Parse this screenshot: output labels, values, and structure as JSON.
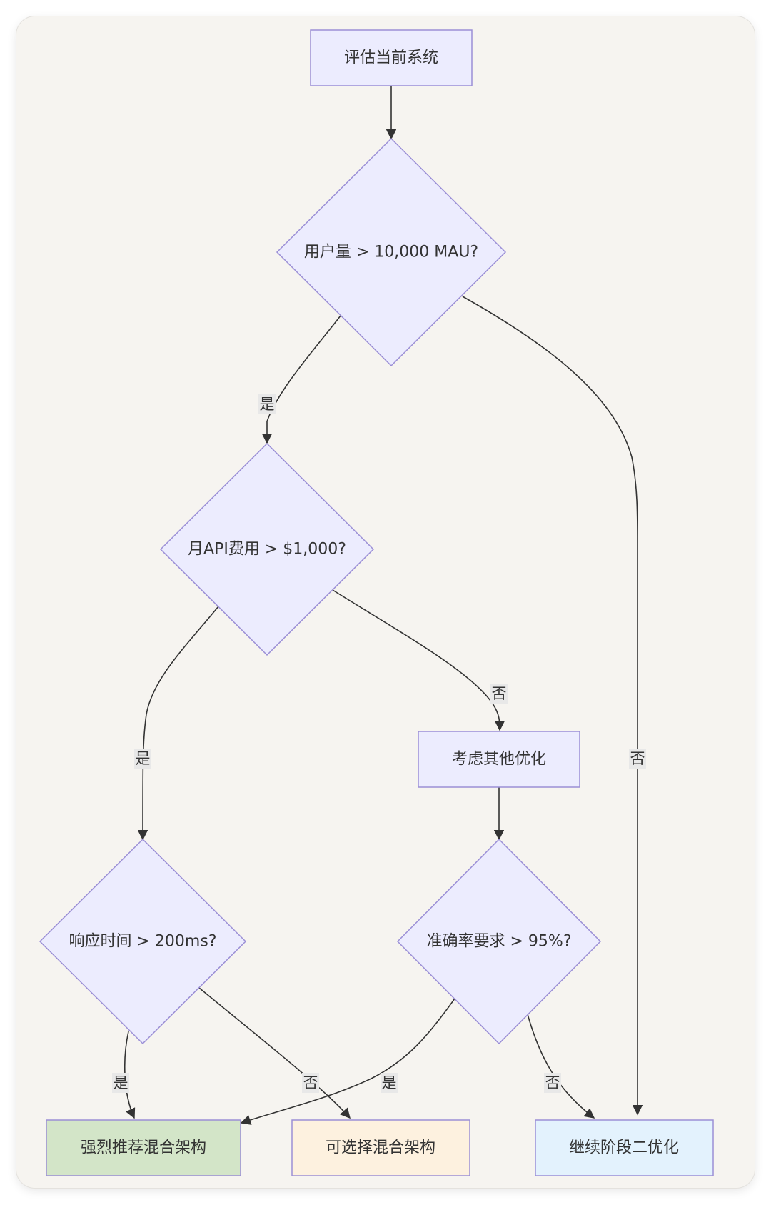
{
  "nodes": {
    "evaluate": "评估当前系统",
    "users": "用户量 > 10,000 MAU?",
    "api_cost": "月API费用 > $1,000?",
    "other_opt": "考虑其他优化",
    "latency": "响应时间 > 200ms?",
    "accuracy": "准确率要求 > 95%?",
    "strong_hybrid": "强烈推荐混合架构",
    "optional_hybrid": "可选择混合架构",
    "continue_phase2": "继续阶段二优化"
  },
  "edges": {
    "users_yes": "是",
    "users_no": "否",
    "api_yes": "是",
    "api_no": "否",
    "latency_yes": "是",
    "latency_no": "否",
    "accuracy_yes": "是",
    "accuracy_no": "否"
  },
  "colors": {
    "node_fill": "#ececfe",
    "node_stroke": "#9b8fd6",
    "strong_fill": "#d3e5c8",
    "optional_fill": "#fdf1df",
    "continue_fill": "#e3f2fd",
    "edge": "#333333"
  }
}
